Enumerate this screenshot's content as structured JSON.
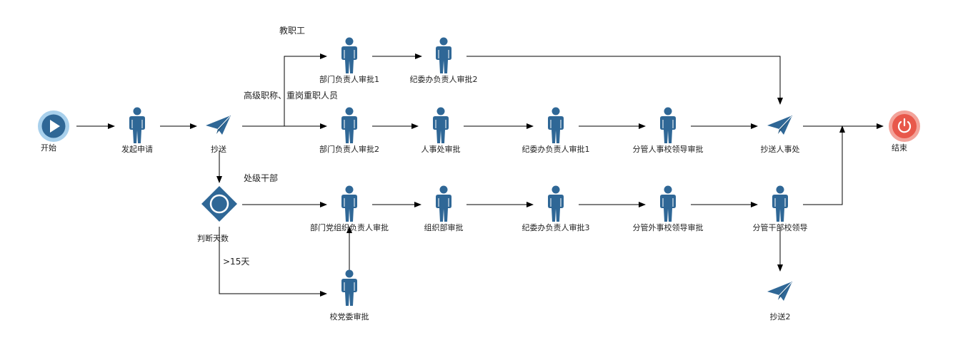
{
  "colors": {
    "node_blue": "#2f6796",
    "start_outer": "#a8d0ec",
    "start_inner": "#2f6796",
    "end_outer": "#f3a39a",
    "end_inner": "#e8584b",
    "edge": "#000000"
  },
  "nodes": [
    {
      "id": "start",
      "type": "start",
      "icon": "play-circle-icon",
      "label": "开始"
    },
    {
      "id": "apply",
      "type": "person",
      "icon": "person-icon",
      "label": "发起申请"
    },
    {
      "id": "cc1",
      "type": "send",
      "icon": "paper-plane-icon",
      "label": "抄送"
    },
    {
      "id": "dept1",
      "type": "person",
      "icon": "person-icon",
      "label": "部门负责人审批1"
    },
    {
      "id": "jw2",
      "type": "person",
      "icon": "person-icon",
      "label": "纪委办负责人审批2"
    },
    {
      "id": "dept2",
      "type": "person",
      "icon": "person-icon",
      "label": "部门负责人审批2"
    },
    {
      "id": "hr",
      "type": "person",
      "icon": "person-icon",
      "label": "人事处审批"
    },
    {
      "id": "jw1",
      "type": "person",
      "icon": "person-icon",
      "label": "纪委办负责人审批1"
    },
    {
      "id": "hrleader",
      "type": "person",
      "icon": "person-icon",
      "label": "分管人事校领导审批"
    },
    {
      "id": "cchr",
      "type": "send",
      "icon": "paper-plane-icon",
      "label": "抄送人事处"
    },
    {
      "id": "end",
      "type": "end",
      "icon": "power-icon",
      "label": "结束"
    },
    {
      "id": "judge",
      "type": "gateway",
      "icon": "gateway-diamond-icon",
      "label": "判断天数"
    },
    {
      "id": "party",
      "type": "person",
      "icon": "person-icon",
      "label": "部门党组织负责人审批"
    },
    {
      "id": "org",
      "type": "person",
      "icon": "person-icon",
      "label": "组织部审批"
    },
    {
      "id": "jw3",
      "type": "person",
      "icon": "person-icon",
      "label": "纪委办负责人审批3"
    },
    {
      "id": "extleader",
      "type": "person",
      "icon": "person-icon",
      "label": "分管外事校领导审批"
    },
    {
      "id": "cadre",
      "type": "person",
      "icon": "person-icon",
      "label": "分管干部校领导"
    },
    {
      "id": "school",
      "type": "person",
      "icon": "person-icon",
      "label": "校党委审批"
    },
    {
      "id": "cc2",
      "type": "send",
      "icon": "paper-plane-icon",
      "label": "抄送2"
    }
  ],
  "edges": [
    {
      "from": "start",
      "to": "apply"
    },
    {
      "from": "apply",
      "to": "cc1"
    },
    {
      "from": "cc1",
      "to": "dept1",
      "label": "教职工"
    },
    {
      "from": "cc1",
      "to": "dept2",
      "label": "高级职称、重岗重职人员"
    },
    {
      "from": "cc1",
      "to": "judge"
    },
    {
      "from": "dept1",
      "to": "jw2"
    },
    {
      "from": "jw2",
      "to": "cchr"
    },
    {
      "from": "dept2",
      "to": "hr"
    },
    {
      "from": "hr",
      "to": "jw1"
    },
    {
      "from": "jw1",
      "to": "hrleader"
    },
    {
      "from": "hrleader",
      "to": "cchr"
    },
    {
      "from": "cchr",
      "to": "end"
    },
    {
      "from": "judge",
      "to": "party",
      "label": "处级干部"
    },
    {
      "from": "judge",
      "to": "school",
      "label": ">15天"
    },
    {
      "from": "school",
      "to": "party"
    },
    {
      "from": "party",
      "to": "org"
    },
    {
      "from": "org",
      "to": "jw3"
    },
    {
      "from": "jw3",
      "to": "extleader"
    },
    {
      "from": "extleader",
      "to": "cadre"
    },
    {
      "from": "cadre",
      "to": "end"
    },
    {
      "from": "cadre",
      "to": "cc2"
    }
  ]
}
